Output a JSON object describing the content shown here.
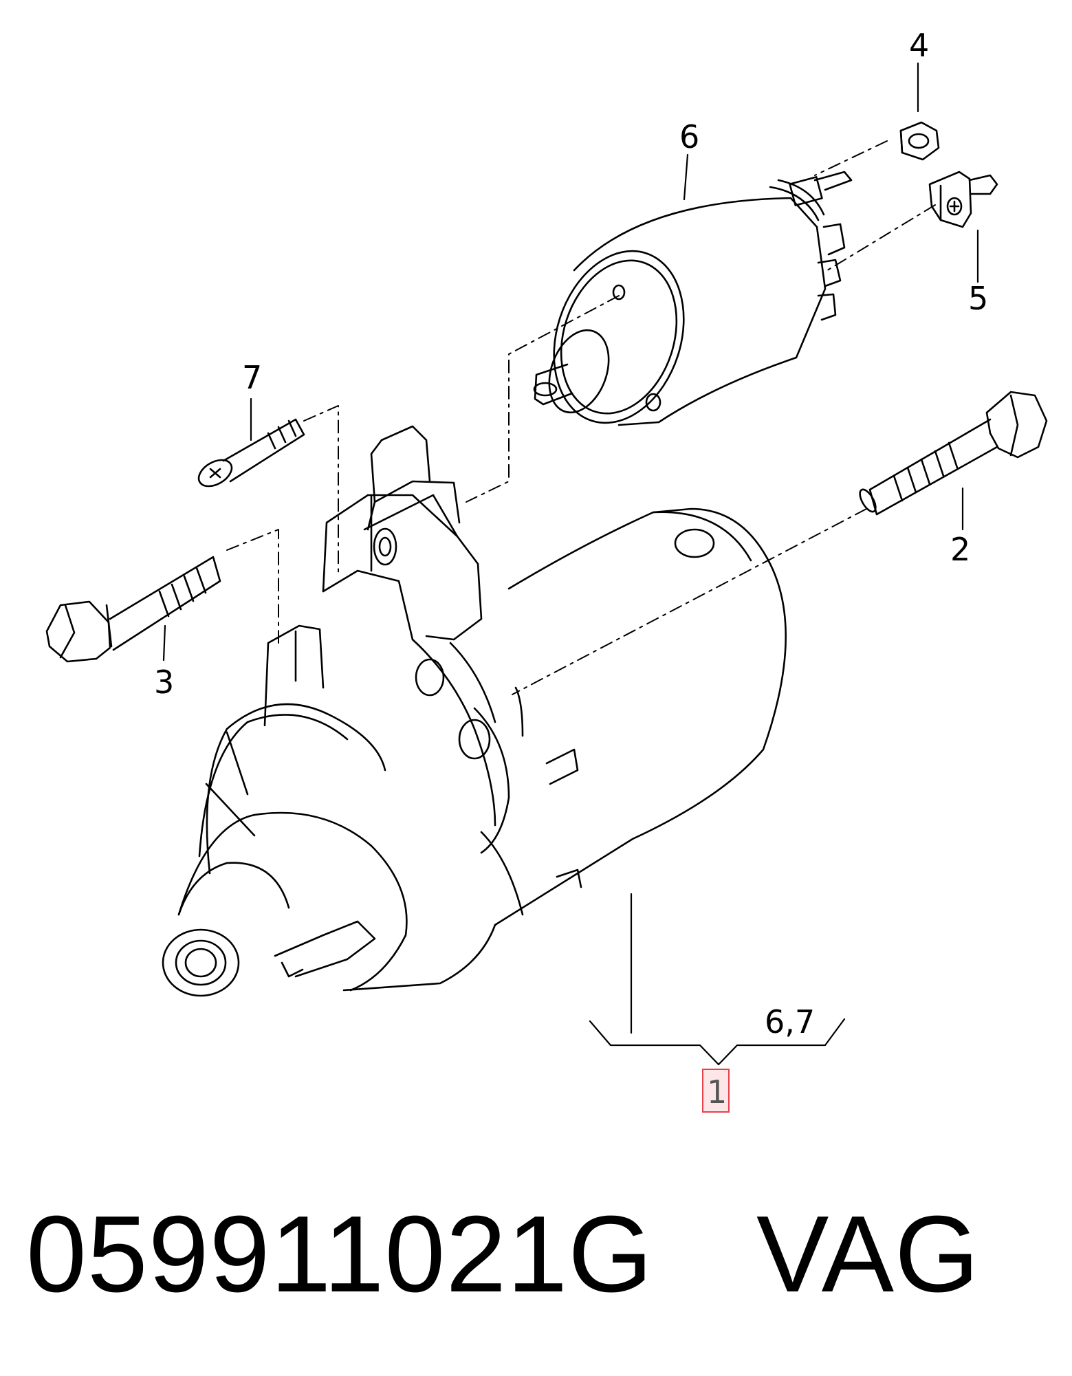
{
  "diagram": {
    "callouts": {
      "c1": "1",
      "c2": "2",
      "c3": "3",
      "c4": "4",
      "c5": "5",
      "c6": "6",
      "c7": "7",
      "c67": "6,7"
    },
    "highlight_color": "#e8404a",
    "highlight_fill": "#fde6e8"
  },
  "caption": {
    "part_number": "059911021G",
    "brand": "VAG"
  }
}
